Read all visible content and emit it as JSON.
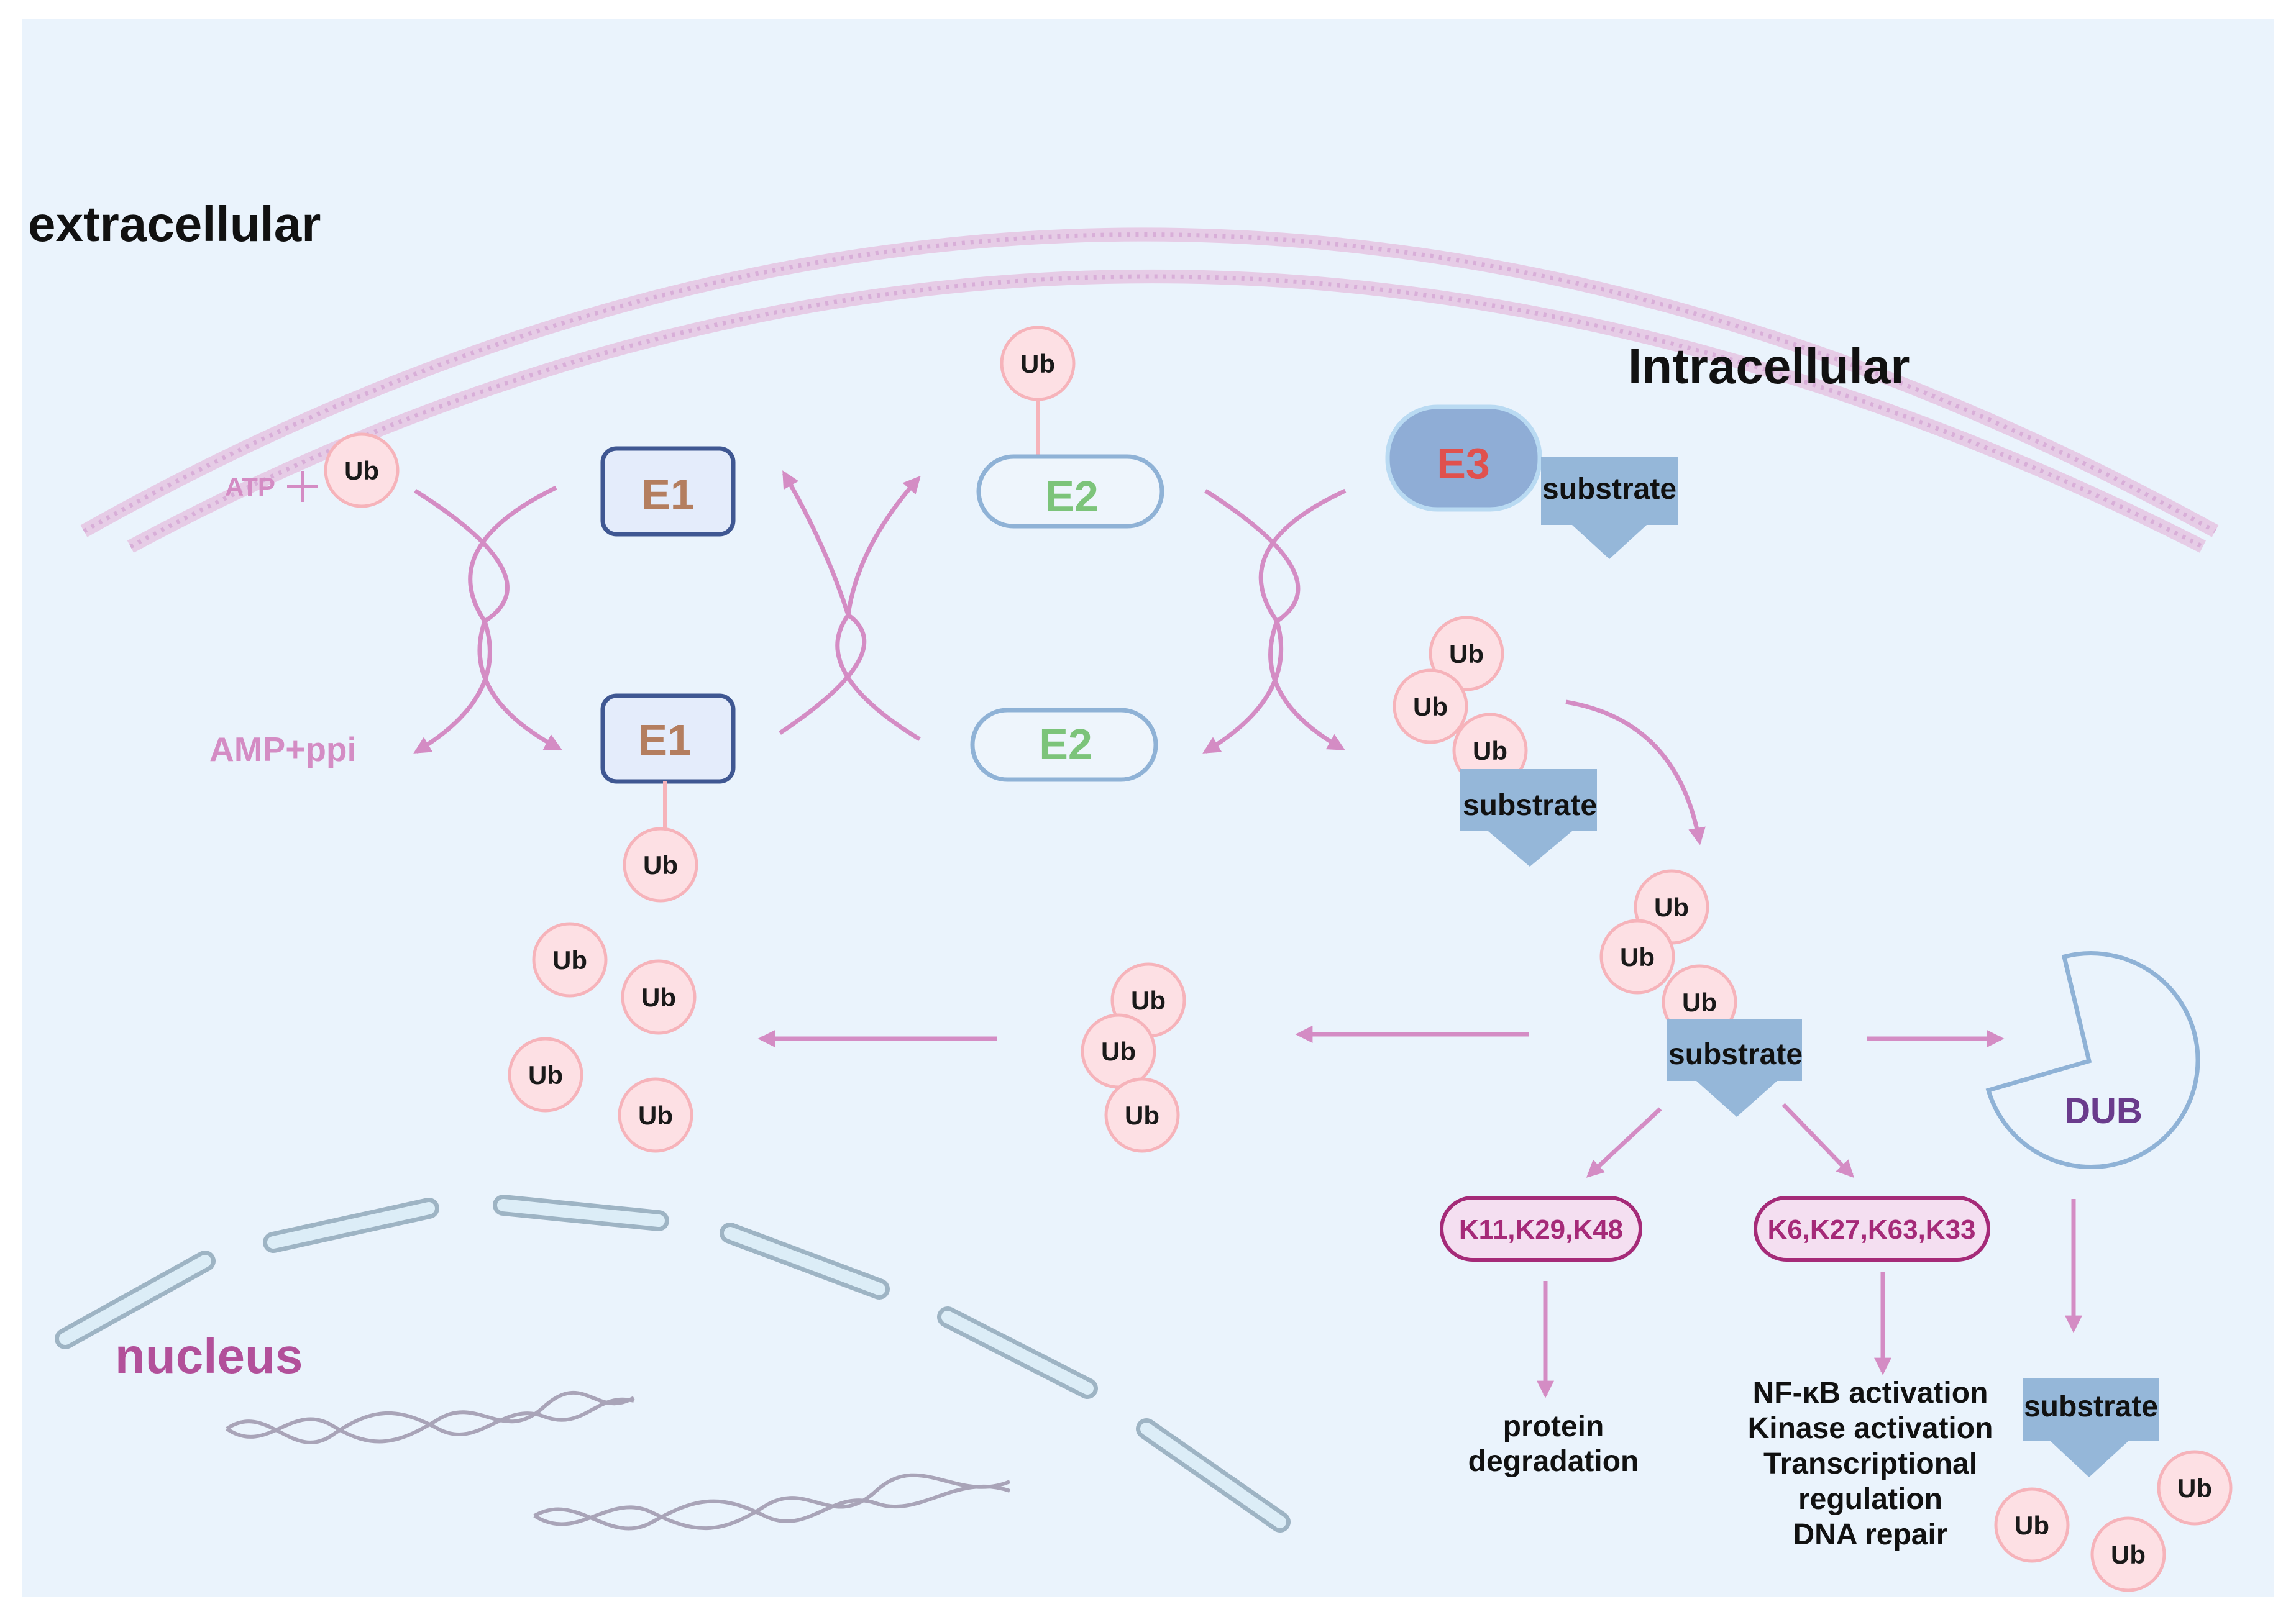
{
  "labels": {
    "extracellular": "extracellular",
    "intracellular": "Intracellular",
    "nucleus": "nucleus",
    "atp": "ATP",
    "amp_ppi": "AMP+ppi",
    "dub": "DUB",
    "substrate": "substrate"
  },
  "ub": "Ub",
  "enzymes": {
    "e1": "E1",
    "e2": "E2",
    "e3": "E3"
  },
  "linkages": {
    "degradative": "K11,K29,K48",
    "signaling": "K6,K27,K63,K33"
  },
  "outcomes": {
    "degradation": [
      "protein",
      "degradation"
    ],
    "signaling": [
      "NF-κB activation",
      "Kinase activation",
      "Transcriptional",
      "regulation",
      "DNA repair"
    ]
  },
  "colors": {
    "background": "#eaf3fc",
    "arrow": "#d48cc4",
    "ub_fill": "#fde0e4",
    "ub_stroke": "#f6b3ba",
    "e1_text": "#b47e5f",
    "e1_stroke": "#3f5792",
    "e2_text": "#7cc47a",
    "e2_stroke": "#8fb2d6",
    "e3_fill": "#8fadd6",
    "e3_text": "#e0514d",
    "substrate_fill": "#95b7d9",
    "linkage_fill": "#f4dff1",
    "linkage_text": "#a52a78",
    "nucleus_text": "#b2509a",
    "dub_text": "#6a3b8c"
  }
}
